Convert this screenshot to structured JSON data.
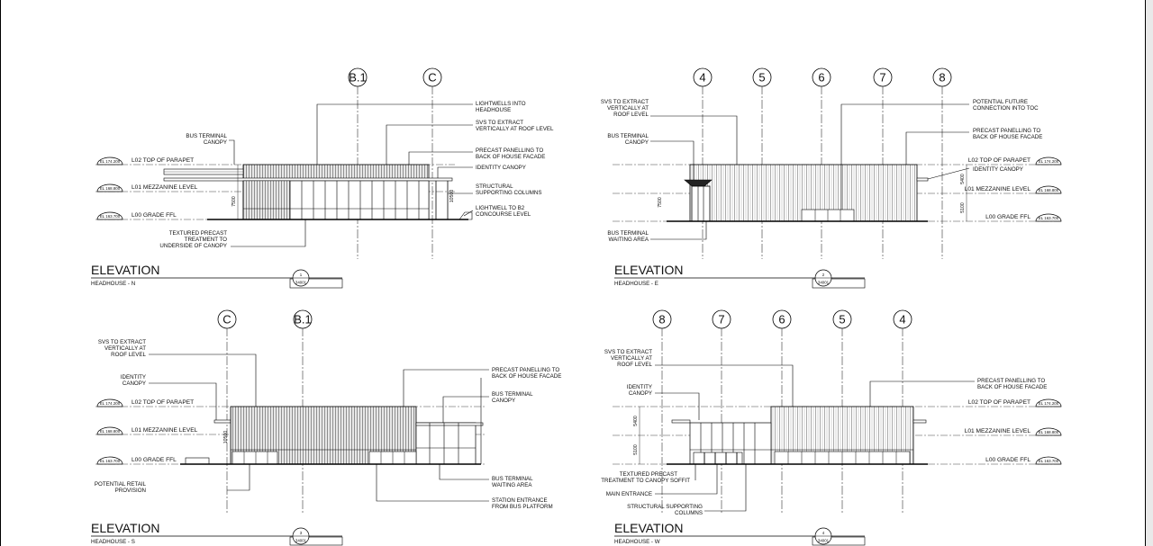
{
  "levels": {
    "parapet": {
      "label": "L02 TOP OF PARAPET",
      "tag": "EL 174.200"
    },
    "mezz": {
      "label": "L01 MEZZANINE LEVEL",
      "tag": "EL 168.800"
    },
    "grade": {
      "label": "L00 GRADE FFL",
      "tag": "EL 163.700"
    }
  },
  "elevations": [
    {
      "title": "ELEVATION",
      "subtitle": "HEADHOUSE - N",
      "ref_num": "1",
      "ref_sheet": "34001",
      "grids": [
        "B.1",
        "C"
      ],
      "dims": [
        "7500",
        "10500"
      ],
      "notes": [
        {
          "lines": [
            "LIGHTWELLS INTO",
            "HEADHOUSE"
          ]
        },
        {
          "lines": [
            "SVS TO EXTRACT",
            "VERTICALLY AT ROOF LEVEL"
          ]
        },
        {
          "lines": [
            "PRECAST PANELLING TO",
            "BACK OF HOUSE FACADE"
          ]
        },
        {
          "lines": [
            "IDENTITY CANOPY"
          ]
        },
        {
          "lines": [
            "STRUCTURAL",
            "SUPPORTING COLUMNS"
          ]
        },
        {
          "lines": [
            "LIGHTWELL TO B2",
            "CONCOURSE LEVEL"
          ]
        },
        {
          "lines": [
            "BUS TERMINAL",
            "CANOPY"
          ]
        },
        {
          "lines": [
            "TEXTURED PRECAST",
            "TREATMENT TO",
            "UNDERSIDE OF CANOPY"
          ]
        }
      ]
    },
    {
      "title": "ELEVATION",
      "subtitle": "HEADHOUSE - E",
      "ref_num": "2",
      "ref_sheet": "34001",
      "grids": [
        "4",
        "5",
        "6",
        "7",
        "8"
      ],
      "dims": [
        "7500",
        "5400",
        "5100"
      ],
      "notes": [
        {
          "lines": [
            "SVS TO EXTRACT",
            "VERTICALLY AT",
            "ROOF LEVEL"
          ]
        },
        {
          "lines": [
            "BUS TERMINAL",
            "CANOPY"
          ]
        },
        {
          "lines": [
            "BUS TERMINAL",
            "WAITING AREA"
          ]
        },
        {
          "lines": [
            "POTENTIAL FUTURE",
            "CONNECTION INTO TOC"
          ]
        },
        {
          "lines": [
            "PRECAST PANELLING TO",
            "BACK OF HOUSE FACADE"
          ]
        },
        {
          "lines": [
            "IDENTITY CANOPY"
          ]
        }
      ]
    },
    {
      "title": "ELEVATION",
      "subtitle": "HEADHOUSE - S",
      "ref_num": "3",
      "ref_sheet": "34001",
      "grids": [
        "C",
        "B.1"
      ],
      "dims": [
        "10500"
      ],
      "notes": [
        {
          "lines": [
            "SVS TO EXTRACT",
            "VERTICALLY AT",
            "ROOF LEVEL"
          ]
        },
        {
          "lines": [
            "IDENTITY",
            "CANOPY"
          ]
        },
        {
          "lines": [
            "POTENTIAL RETAIL",
            "PROVISION"
          ]
        },
        {
          "lines": [
            "PRECAST PANELLING TO",
            "BACK OF HOUSE FACADE"
          ]
        },
        {
          "lines": [
            "BUS TERMINAL",
            "CANOPY"
          ]
        },
        {
          "lines": [
            "BUS TERMINAL",
            "WAITING AREA"
          ]
        },
        {
          "lines": [
            "STATION ENTRANCE",
            "FROM BUS PLATFORM"
          ]
        }
      ]
    },
    {
      "title": "ELEVATION",
      "subtitle": "HEADHOUSE - W",
      "ref_num": "4",
      "ref_sheet": "34001",
      "grids": [
        "8",
        "7",
        "6",
        "5",
        "4"
      ],
      "dims": [
        "5400",
        "5100"
      ],
      "notes": [
        {
          "lines": [
            "SVS TO EXTRACT",
            "VERTICALLY AT",
            "ROOF LEVEL"
          ]
        },
        {
          "lines": [
            "IDENTITY",
            "CANOPY"
          ]
        },
        {
          "lines": [
            "TEXTURED PRECAST",
            "TREATMENT TO CANOPY SOFFIT"
          ]
        },
        {
          "lines": [
            "MAIN ENTRANCE"
          ]
        },
        {
          "lines": [
            "STRUCTURAL SUPPORTING",
            "COLUMNS"
          ]
        },
        {
          "lines": [
            "PRECAST PANELLING TO",
            "BACK OF HOUSE FACADE"
          ]
        }
      ]
    }
  ]
}
